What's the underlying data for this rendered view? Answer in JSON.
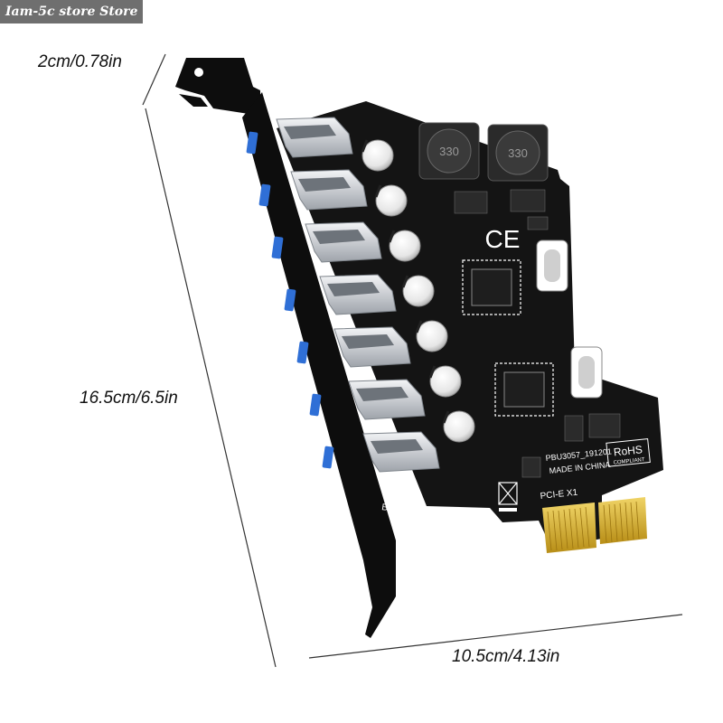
{
  "store_tag": "Iam-5c store Store",
  "dimensions": {
    "depth": "2cm/0.78in",
    "height": "16.5cm/6.5in",
    "width": "10.5cm/4.13in"
  },
  "card": {
    "port_count": 7,
    "inductor_1": "330",
    "inductor_2": "330",
    "ce_mark": "CE",
    "model_code": "PBU3057_191201",
    "rohs_title": "RoHS",
    "rohs_sub": "COMPLIANT",
    "origin": "MADE IN CHINA",
    "interface": "PCI-E  X1",
    "bracket_label": "B3-7"
  },
  "colors": {
    "pcb": "#141414",
    "bracket": "#0d0d0d",
    "port_metal": "#cfd2d6",
    "port_blue": "#2f6fd6",
    "gold": "#d8b531"
  }
}
